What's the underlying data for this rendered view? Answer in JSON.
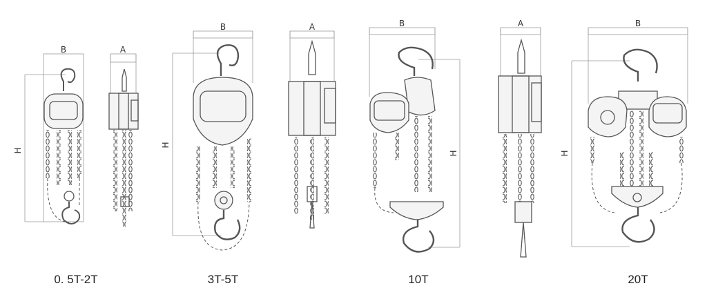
{
  "colors": {
    "line": "#555555",
    "fill": "#f4f4f4",
    "dim_line": "#9a9a9a"
  },
  "dims": {
    "width": "B",
    "depth": "A",
    "height": "H"
  },
  "captions": [
    "0. 5T-2T",
    "3T-5T",
    "10T",
    "20T"
  ]
}
